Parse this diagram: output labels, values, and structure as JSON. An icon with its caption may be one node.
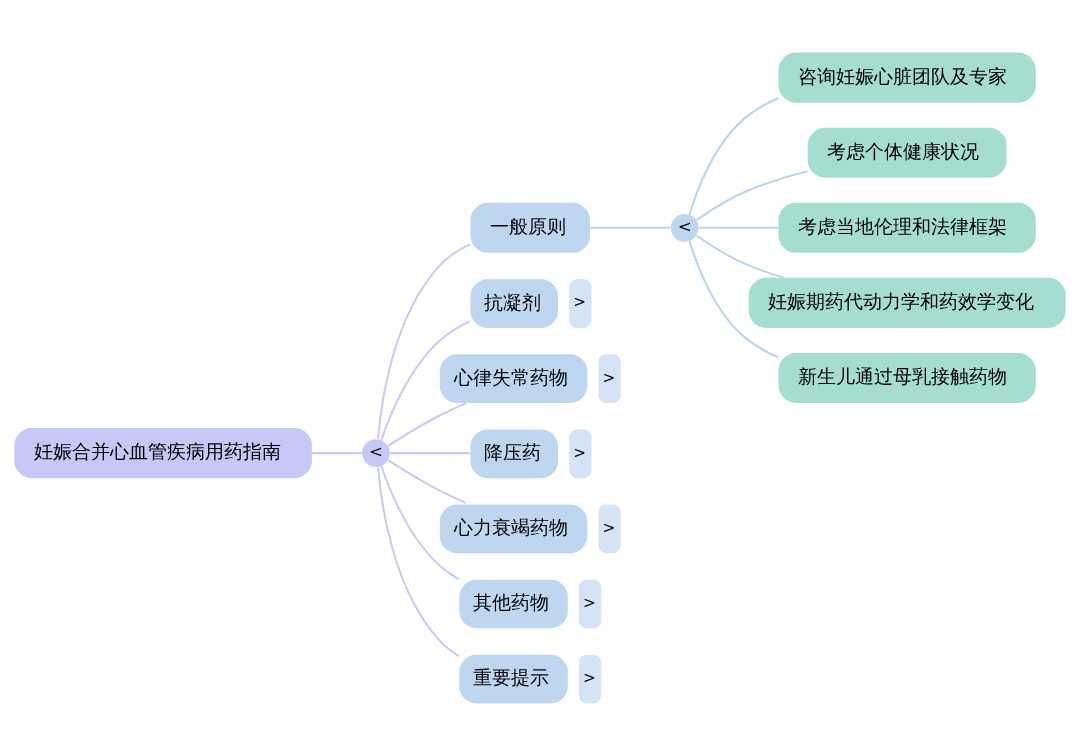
{
  "diagram": {
    "nodes": [
      {
        "text": [
          "妊娠合并心血管疾病用药指南"
        ]
      },
      {
        "text": [
          "<"
        ]
      },
      {
        "text": [
          "一般原则"
        ]
      },
      {
        "text": [
          "<"
        ]
      },
      {
        "text": [
          "抗凝剂"
        ],
        "beside": [
          ">"
        ]
      },
      {
        "text": [
          "心律失常药物"
        ],
        "beside": [
          ">"
        ]
      },
      {
        "text": [
          "降压药"
        ],
        "beside": [
          ">"
        ]
      },
      {
        "text": [
          "心力衰竭药物"
        ],
        "beside": [
          ">"
        ]
      },
      {
        "text": [
          "其他药物"
        ],
        "beside": [
          ">"
        ]
      },
      {
        "text": [
          "重要提示"
        ],
        "beside": [
          ">"
        ]
      },
      {
        "text": [
          "咨询妊娠心脏团队及专家"
        ]
      },
      {
        "text": [
          "考虑个体健康状况"
        ]
      },
      {
        "text": [
          "考虑当地伦理和法律框架"
        ]
      },
      {
        "text": [
          "妊娠期药代动力学和药效学变化"
        ]
      },
      {
        "text": [
          "新生儿通过母乳接触药物"
        ]
      }
    ],
    "edges": [
      {
        "from": 0,
        "to": 1,
        "arrow": "none"
      },
      {
        "from": 1,
        "to": 2,
        "arrow": "none"
      },
      {
        "from": 2,
        "to": 3,
        "arrow": "none",
        "color": "#bcd3ee"
      },
      {
        "from": 1,
        "to": 4,
        "arrow": "none"
      },
      {
        "from": 1,
        "to": 5,
        "arrow": "none"
      },
      {
        "from": 1,
        "to": 6,
        "arrow": "none"
      },
      {
        "from": 1,
        "to": 7,
        "arrow": "none"
      },
      {
        "from": 1,
        "to": 8,
        "arrow": "none"
      },
      {
        "from": 1,
        "to": 9,
        "arrow": "none"
      },
      {
        "from": 3,
        "to": 10,
        "arrow": "none",
        "color": "#bcd3ee"
      },
      {
        "from": 3,
        "to": 11,
        "arrow": "none",
        "color": "#bcd3ee"
      },
      {
        "from": 3,
        "to": 12,
        "arrow": "none",
        "color": "#bcd3ee"
      },
      {
        "from": 3,
        "to": 13,
        "arrow": "none",
        "color": "#bcd3ee"
      },
      {
        "from": 3,
        "to": 14,
        "arrow": "none",
        "color": "#bcd3ee"
      }
    ]
  }
}
